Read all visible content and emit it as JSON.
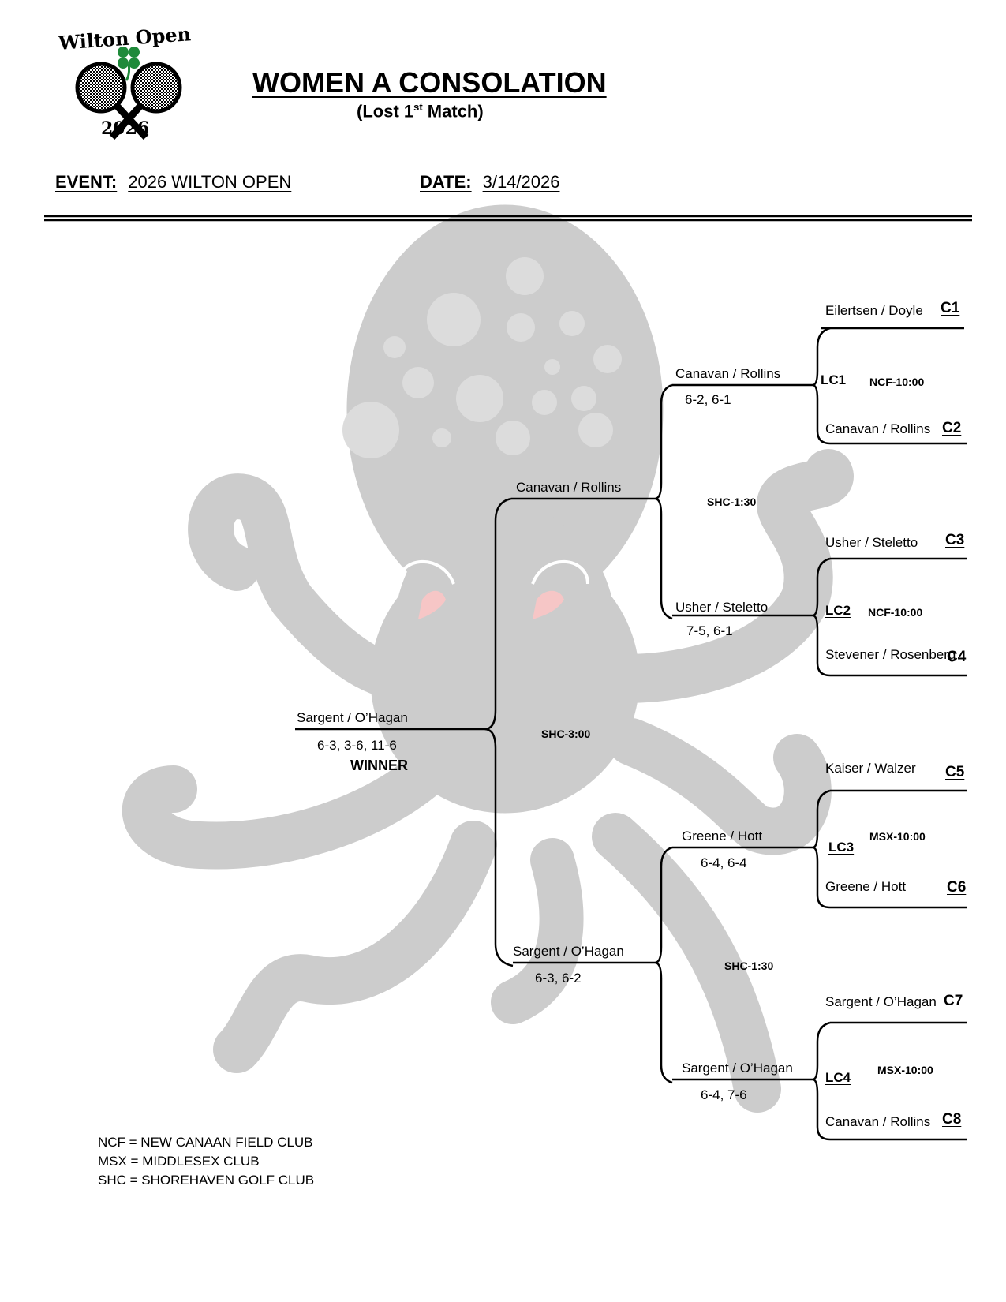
{
  "logo": {
    "top_text": "Wilton Open",
    "year": "2026"
  },
  "header": {
    "title": "WOMEN A CONSOLATION",
    "subtitle_prefix": "(Lost 1",
    "subtitle_sup": "st",
    "subtitle_suffix": " Match)",
    "event_label": "EVENT:",
    "event_value": "2026 WILTON OPEN",
    "date_label": "DATE:",
    "date_value": "3/14/2026"
  },
  "round1": [
    {
      "team": "Eilertsen / Doyle",
      "code": "C1"
    },
    {
      "team": "Canavan / Rollins",
      "code": "C2"
    },
    {
      "team": "Usher / Steletto",
      "code": "C3"
    },
    {
      "team": "Stevener / Rosenberg",
      "code": "C4"
    },
    {
      "team": "Kaiser / Walzer",
      "code": "C5"
    },
    {
      "team": "Greene / Hott",
      "code": "C6"
    },
    {
      "team": "Sargent / O’Hagan",
      "code": "C7"
    },
    {
      "team": "Canavan / Rollins",
      "code": "C8"
    }
  ],
  "round1_matches": [
    {
      "code": "LC1",
      "schedule": "NCF-10:00"
    },
    {
      "code": "LC2",
      "schedule": "NCF-10:00"
    },
    {
      "code": "LC3",
      "schedule": "MSX-10:00"
    },
    {
      "code": "LC4",
      "schedule": "MSX-10:00"
    }
  ],
  "quarterfinals": [
    {
      "team": "Canavan / Rollins",
      "score": "6-2, 6-1"
    },
    {
      "team": "Usher / Steletto",
      "score": "7-5, 6-1"
    },
    {
      "team": "Greene / Hott",
      "score": "6-4, 6-4"
    },
    {
      "team": "Sargent / O’Hagan",
      "score": "6-4, 7-6"
    }
  ],
  "semifinal_schedules": [
    "SHC-1:30",
    "SHC-1:30"
  ],
  "semifinals": [
    {
      "team": "Canavan / Rollins",
      "score": ""
    },
    {
      "team": "Sargent / O’Hagan",
      "score": "6-3, 6-2"
    }
  ],
  "final": {
    "schedule": "SHC-3:00",
    "team": "Sargent / O’Hagan",
    "score": "6-3, 3-6, 11-6",
    "label": "WINNER"
  },
  "legend": [
    "NCF = NEW CANAAN FIELD CLUB",
    "MSX = MIDDLESEX CLUB",
    "SHC = SHOREHAVEN GOLF CLUB"
  ],
  "colors": {
    "octopus": "#cccccc",
    "octopus_spots": "#dcdcdc",
    "eyes": "#f6c6c6",
    "clover": "#1f8a3a"
  }
}
